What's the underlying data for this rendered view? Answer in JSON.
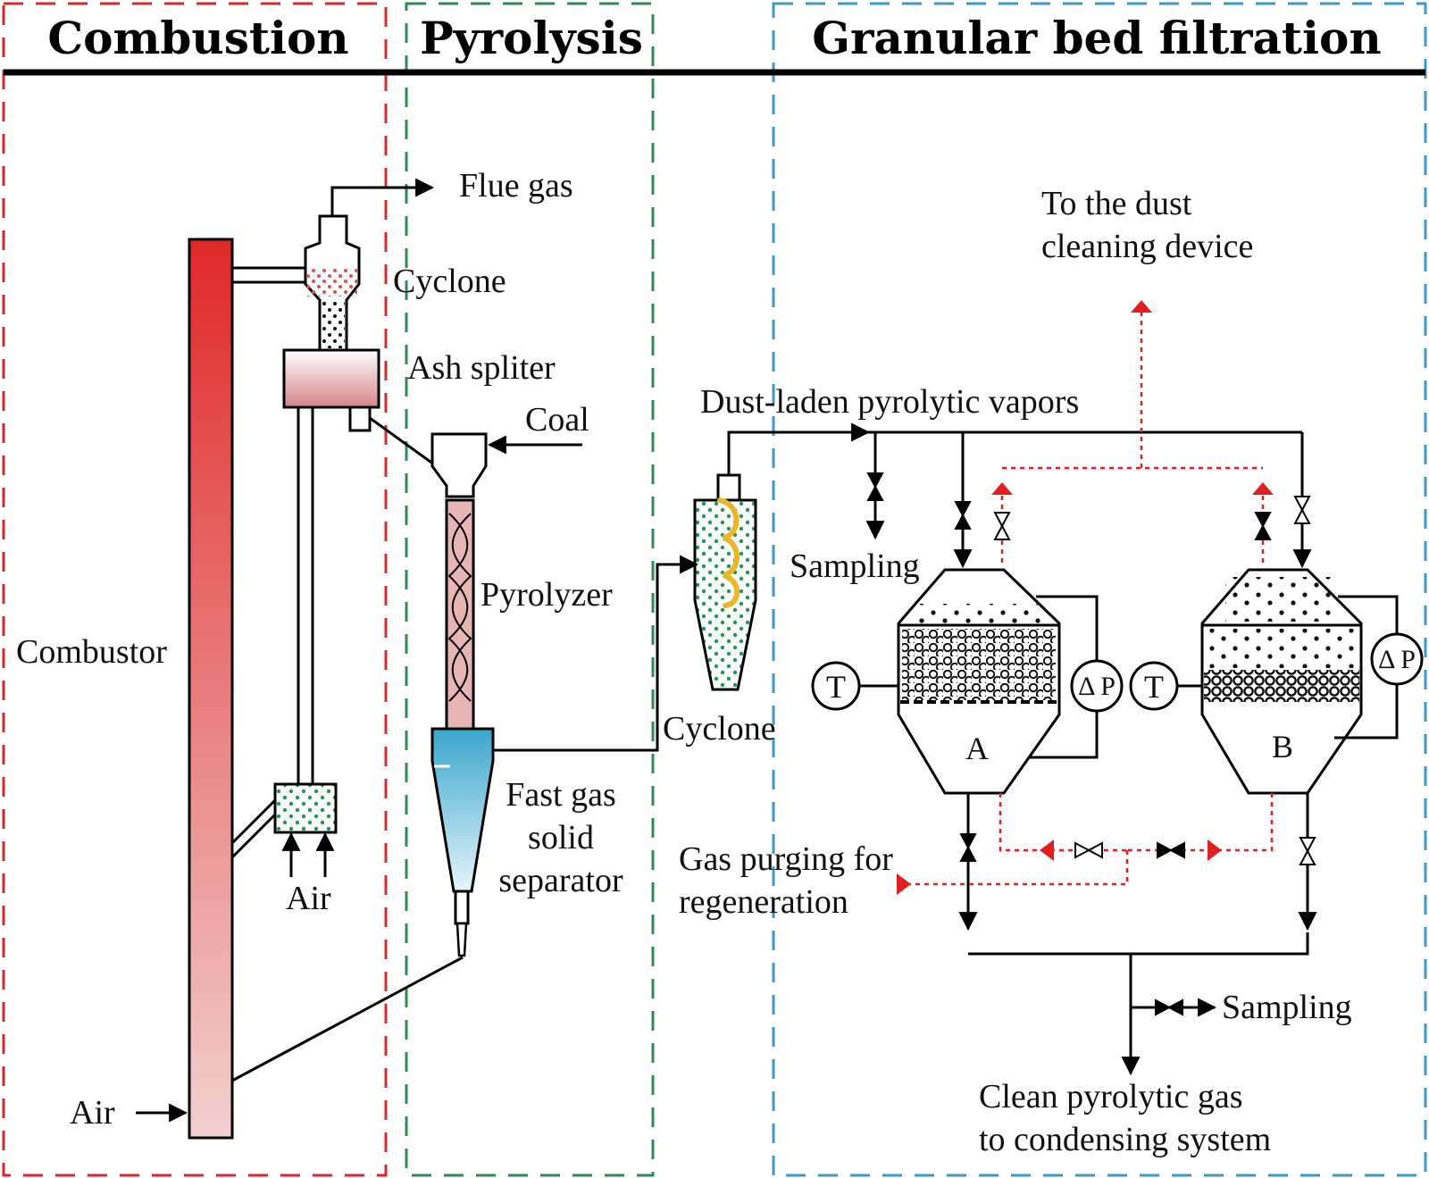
{
  "headers": {
    "combustion": "Combustion",
    "pyrolysis": "Pyrolysis",
    "filtration": "Granular bed filtration"
  },
  "labels": {
    "flue_gas": "Flue gas",
    "cyclone_top": "Cyclone",
    "ash_spliter": "Ash spliter",
    "coal": "Coal",
    "combustor": "Combustor",
    "pyrolyzer": "Pyrolyzer",
    "air_bottom": "Air",
    "air_loop": "Air",
    "fast_gas_1": "Fast gas",
    "fast_gas_2": "solid",
    "fast_gas_3": "separator",
    "cyclone_mid": "Cyclone",
    "dust_laden": "Dust-laden pyrolytic vapors",
    "to_dust_1": "To the dust",
    "to_dust_2": "cleaning device",
    "sampling_top": "Sampling",
    "sampling_bottom": "Sampling",
    "purge_1": "Gas purging for",
    "purge_2": "regeneration",
    "clean_1": "Clean pyrolytic gas",
    "clean_2": "to condensing system",
    "filter_a": "A",
    "filter_b": "B",
    "temp_a": "T",
    "temp_b": "T",
    "dp_a": "Δ P",
    "dp_b": "Δ P"
  },
  "colors": {
    "combustion_border": "#d42a2a",
    "pyrolysis_border": "#2e8b4f",
    "filtration_border": "#3f98c4",
    "combustor_top": "#e02828",
    "combustor_bottom": "#f2d0d0",
    "purge_line": "#e02020",
    "spiral": "#e8b72a",
    "separator_blue": "#3aa6cc",
    "granule_green": "#1e9a4a"
  }
}
